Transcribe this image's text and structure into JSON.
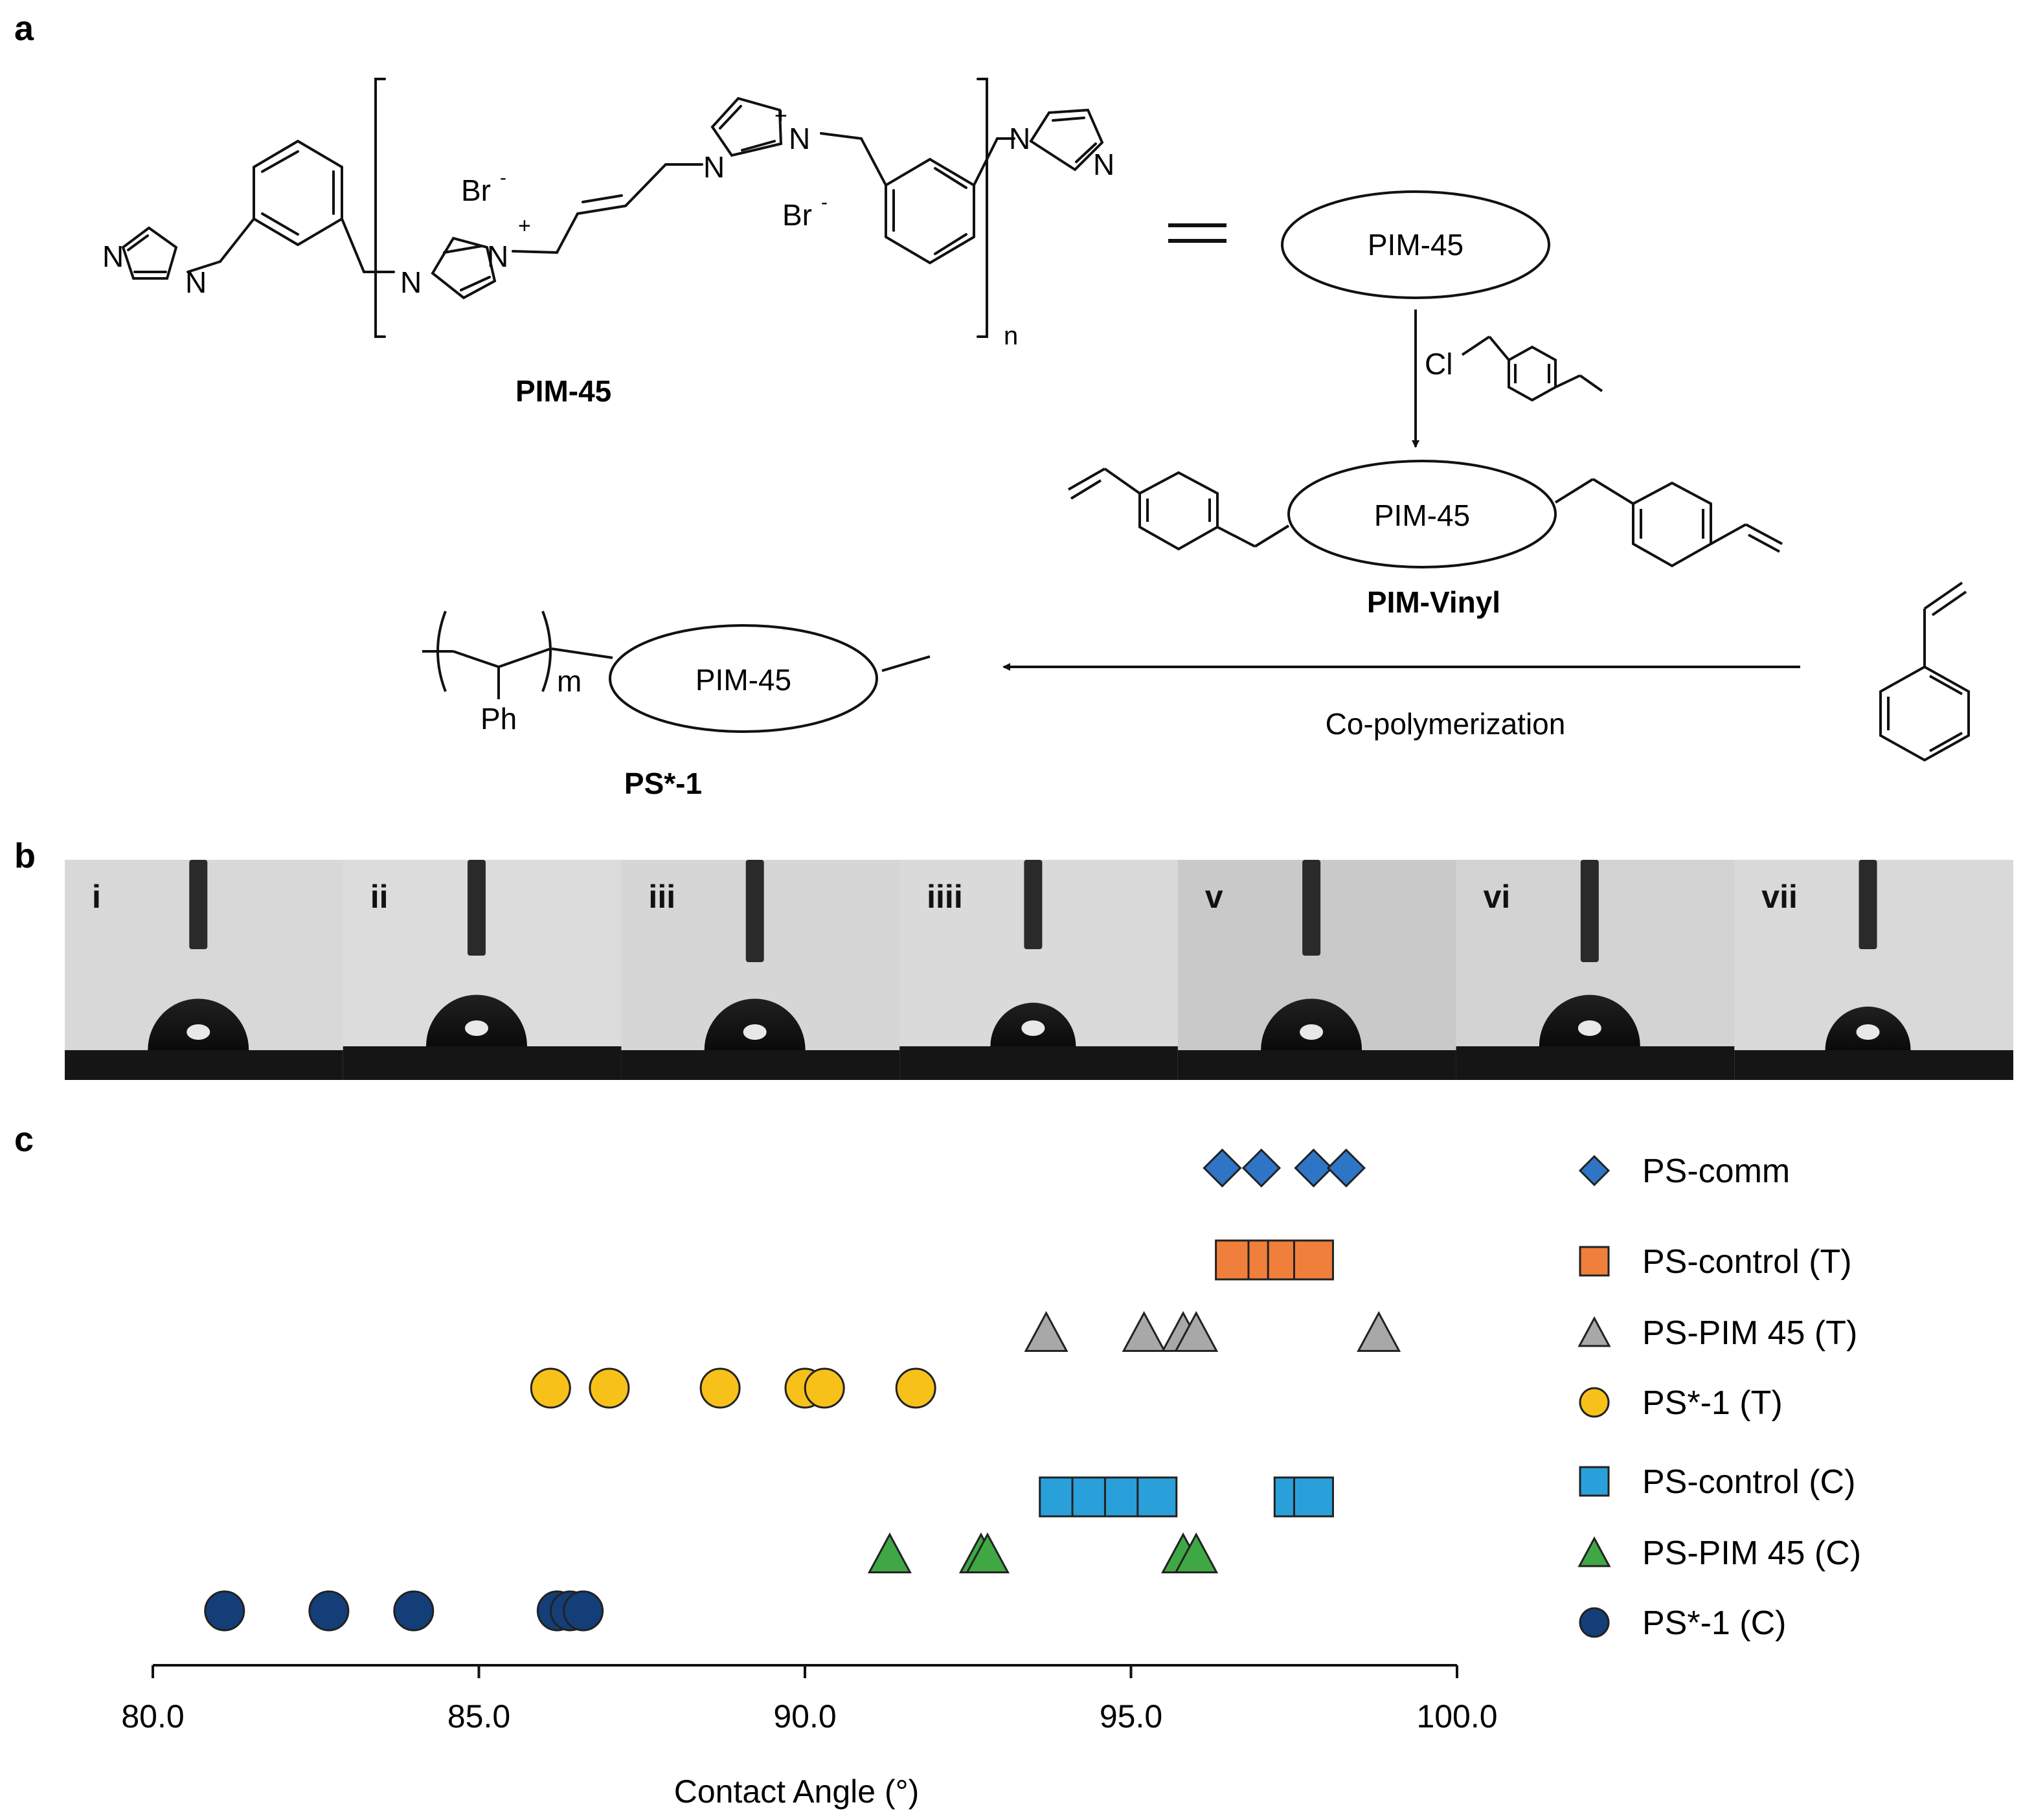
{
  "panel_labels": {
    "a": "a",
    "b": "b",
    "c": "c"
  },
  "scheme": {
    "pim45_label": "PIM-45",
    "pim_vinyl_label": "PIM-Vinyl",
    "ps1_label": "PS*-1",
    "oval_text": "PIM-45",
    "br_label": "Br",
    "br_charge": "-",
    "n_label": "N",
    "plus": "+",
    "subscript_n": "n",
    "subscript_m": "m",
    "ph_label": "Ph",
    "cl_label": "Cl",
    "copolymerization": "Co-polymerization"
  },
  "photos": {
    "labels": [
      "i",
      "ii",
      "iii",
      "iiii",
      "v",
      "vi",
      "vii"
    ],
    "backgrounds": [
      "#d8d8d8",
      "#dcdcdc",
      "#d6d6d6",
      "#dadada",
      "#c9c9c9",
      "#d3d3d3",
      "#d9d9d9"
    ]
  },
  "chart_data": {
    "type": "scatter",
    "xlabel": "Contact Angle (°)",
    "xlim": [
      80.0,
      100.0
    ],
    "xticks": [
      80.0,
      85.0,
      90.0,
      95.0,
      100.0
    ],
    "xtick_labels": [
      "80.0",
      "85.0",
      "90.0",
      "95.0",
      "100.0"
    ],
    "legend_position": "right",
    "series": [
      {
        "name": "PS-comm",
        "marker": "diamond",
        "color": "#2e75c6",
        "x": [
          96.4,
          97.0,
          97.8,
          98.3
        ]
      },
      {
        "name": "PS-control (T)",
        "marker": "square",
        "color": "#f07f3c",
        "x": [
          96.6,
          97.1,
          97.4,
          97.8
        ]
      },
      {
        "name": "PS-PIM 45 (T)",
        "marker": "triangle",
        "color": "#a8a8a8",
        "x": [
          93.7,
          95.2,
          95.8,
          96.0,
          98.8
        ]
      },
      {
        "name": "PS*-1 (T)",
        "marker": "circle",
        "color": "#f7c11a",
        "x": [
          86.1,
          87.0,
          88.7,
          90.0,
          90.3,
          91.7
        ]
      },
      {
        "name": "PS-control (C)",
        "marker": "square",
        "color": "#2aa0db",
        "x": [
          93.9,
          94.4,
          94.9,
          95.4,
          97.5,
          97.8
        ]
      },
      {
        "name": "PS-PIM 45 (C)",
        "marker": "triangle",
        "color": "#3fa845",
        "x": [
          91.3,
          92.7,
          92.8,
          95.8,
          96.0
        ]
      },
      {
        "name": "PS*-1 (C)",
        "marker": "circle",
        "color": "#133e78",
        "x": [
          81.1,
          82.7,
          84.0,
          86.2,
          86.4,
          86.6
        ]
      }
    ]
  }
}
